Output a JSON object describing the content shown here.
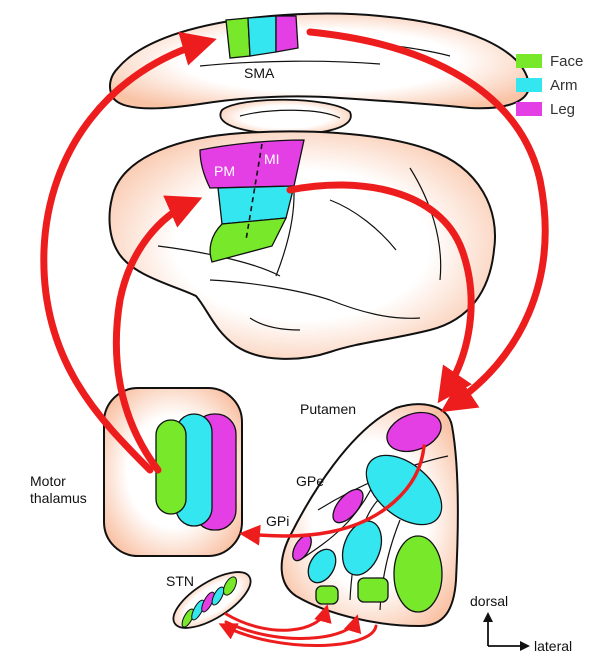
{
  "colors": {
    "face": "#77e82a",
    "arm": "#33e6ef",
    "leg": "#e43fe4",
    "tissue": "#fcd3bd",
    "tissue_edge": "#d89a7b",
    "arrow": "#ee1d1d"
  },
  "legend": [
    {
      "label": "Face",
      "color_key": "face"
    },
    {
      "label": "Arm",
      "color_key": "arm"
    },
    {
      "label": "Leg",
      "color_key": "leg"
    }
  ],
  "labels": {
    "sma": "SMA",
    "pm": "PM",
    "mi": "MI",
    "putamen": "Putamen",
    "gpe": "GPe",
    "gpi": "GPi",
    "motor_thalamus_line1": "Motor",
    "motor_thalamus_line2": "thalamus",
    "stn": "STN"
  },
  "orientation": {
    "vertical": "dorsal",
    "horizontal": "lateral"
  }
}
